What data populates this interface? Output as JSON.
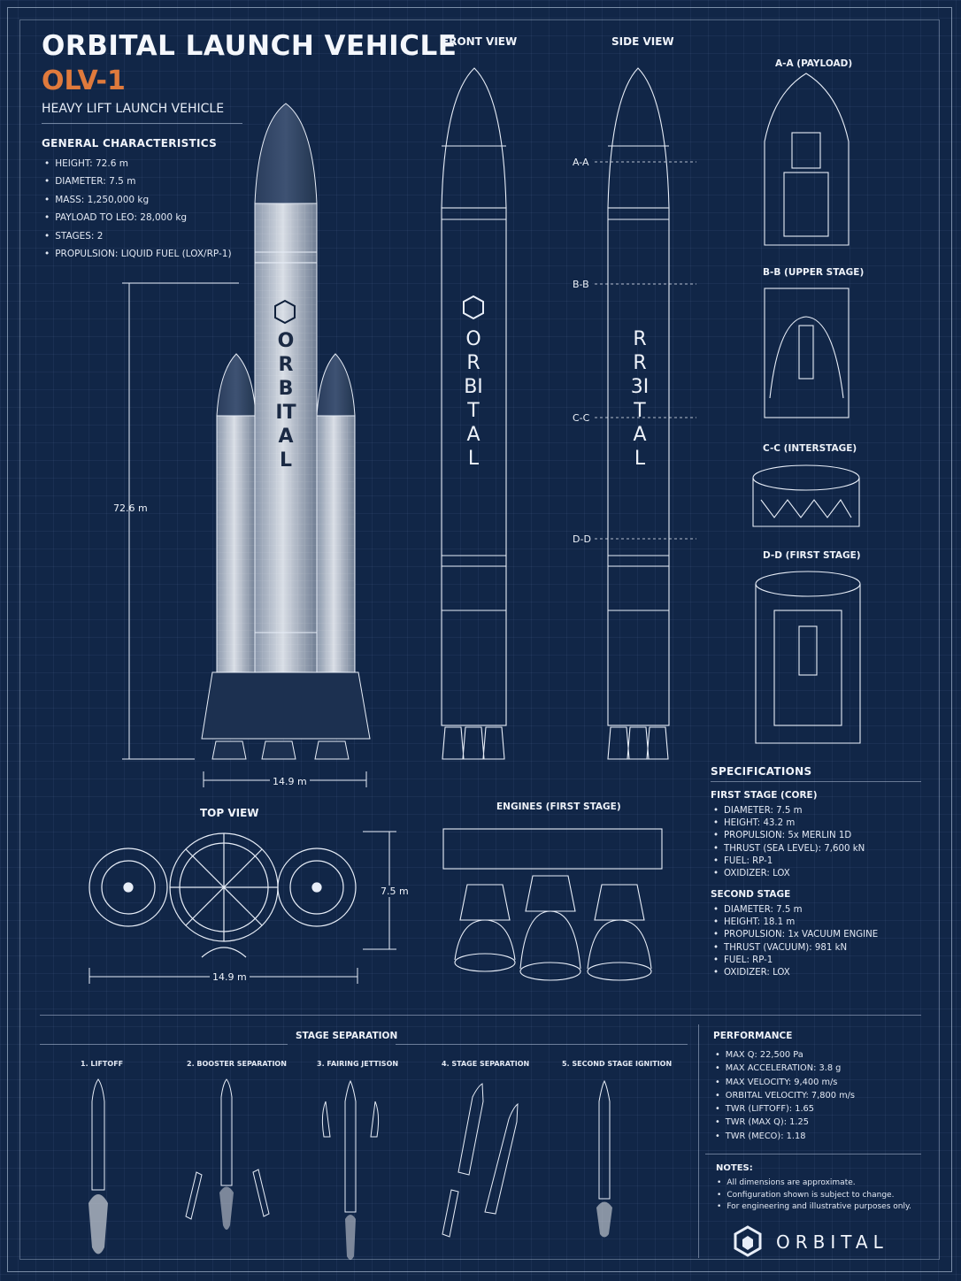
{
  "header": {
    "title": "ORBITAL LAUNCH VEHICLE",
    "model": "OLV-1",
    "subtitle": "HEAVY LIFT LAUNCH VEHICLE",
    "model_color": "#e07a3c"
  },
  "general": {
    "heading": "GENERAL CHARACTERISTICS",
    "items": [
      "HEIGHT: 72.6 m",
      "DIAMETER: 7.5 m",
      "MASS: 1,250,000 kg",
      "PAYLOAD TO LEO: 28,000 kg",
      "STAGES: 2",
      "PROPULSION: LIQUID FUEL (LOX/RP-1)"
    ]
  },
  "main_view": {
    "height_dim": "72.6 m",
    "width_dim": "14.9 m",
    "side_text": "ORBITAL"
  },
  "views": {
    "front": "FRONT VIEW",
    "side": "SIDE VIEW",
    "top": "TOP VIEW",
    "engines": "ENGINES (FIRST STAGE)",
    "front_text": "ORBITAL",
    "side_text": "RR3ITAL"
  },
  "section_markers": [
    "A-A",
    "B-B",
    "C-C",
    "D-D"
  ],
  "sections": {
    "a": "A-A (PAYLOAD)",
    "b": "B-B (UPPER STAGE)",
    "c": "C-C (INTERSTAGE)",
    "d": "D-D (FIRST STAGE)"
  },
  "top_view": {
    "width_dim": "14.9 m",
    "height_dim": "7.5 m"
  },
  "specifications": {
    "heading": "SPECIFICATIONS",
    "first_stage": {
      "heading": "FIRST STAGE (CORE)",
      "items": [
        "DIAMETER: 7.5 m",
        "HEIGHT: 43.2 m",
        "PROPULSION: 5x MERLIN 1D",
        "THRUST (SEA LEVEL): 7,600 kN",
        "FUEL: RP-1",
        "OXIDIZER: LOX"
      ]
    },
    "second_stage": {
      "heading": "SECOND STAGE",
      "items": [
        "DIAMETER: 7.5 m",
        "HEIGHT: 18.1 m",
        "PROPULSION: 1x VACUUM ENGINE",
        "THRUST (VACUUM): 981 kN",
        "FUEL: RP-1",
        "OXIDIZER: LOX"
      ]
    }
  },
  "stage_separation": {
    "heading": "STAGE SEPARATION",
    "steps": [
      "1. LIFTOFF",
      "2. BOOSTER SEPARATION",
      "3. FAIRING JETTISON",
      "4. STAGE SEPARATION",
      "5. SECOND STAGE IGNITION"
    ]
  },
  "performance": {
    "heading": "PERFORMANCE",
    "items": [
      "MAX Q: 22,500 Pa",
      "MAX ACCELERATION: 3.8 g",
      "MAX VELOCITY: 9,400 m/s",
      "ORBITAL VELOCITY: 7,800 m/s",
      "TWR (LIFTOFF): 1.65",
      "TWR (MAX Q): 1.25",
      "TWR (MECO): 1.18"
    ]
  },
  "notes": {
    "heading": "NOTES:",
    "items": [
      "All dimensions are approximate.",
      "Configuration shown is subject to change.",
      "For engineering and illustrative purposes only."
    ]
  },
  "brand": {
    "name": "ORBITAL",
    "logo_icon": "hexagon-logo-icon"
  }
}
